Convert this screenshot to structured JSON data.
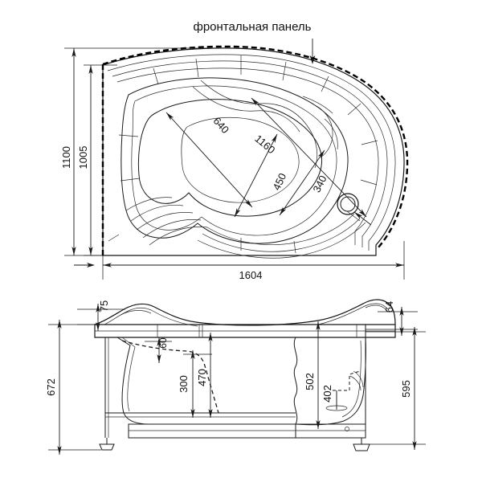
{
  "drawing": {
    "title_note": "фронтальная панель",
    "units": "mm",
    "product": "corner-bathtub",
    "line_color": "#1a1a1a",
    "background": "#ffffff",
    "accent_dashed_color": "#000000"
  },
  "top_view": {
    "name": "plan-view",
    "dimensions": {
      "overall_height": "1100",
      "inner_height": "1005",
      "overall_width": "1604",
      "interior_diag_a": "640",
      "interior_diag_b": "1160",
      "interior_diag_c": "450",
      "interior_diag_d": "340"
    },
    "features": {
      "drain": "drain-hole",
      "front_panel_edge": "dashed-front-panel-outline"
    }
  },
  "side_view": {
    "name": "elevation-view",
    "dimensions": {
      "rim_left_offset": "75",
      "rim_right_offset": "64",
      "total_height": "672",
      "frame_height_right": "595",
      "inner_depth_left": "60",
      "drain_depth": "300",
      "bowl_depth_left": "470",
      "bowl_depth_right": "502",
      "seat_height": "402"
    },
    "features": {
      "leg_left": "adjustable-foot",
      "leg_right": "adjustable-foot",
      "break_line": "wavy-break-line",
      "slope_line": "dashed-bottom-slope"
    }
  }
}
